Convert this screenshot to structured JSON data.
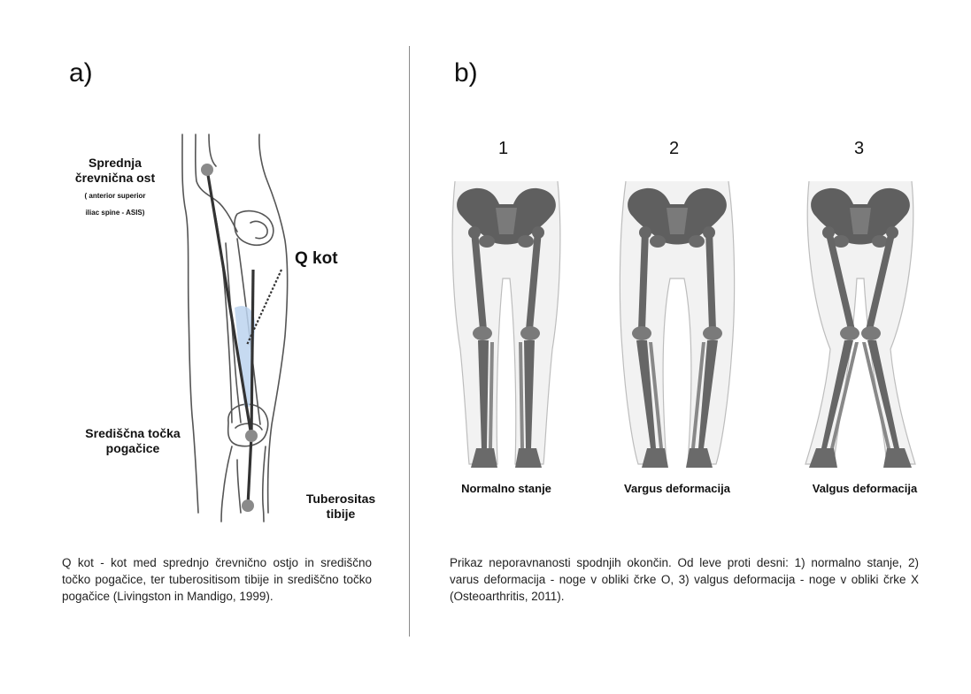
{
  "panel_a": {
    "letter": "a)",
    "labels": {
      "asis_title_1": "Sprednja",
      "asis_title_2": "črevnična ost",
      "asis_sub_1": "( anterior superior",
      "asis_sub_2": "iliac spine - ASIS)",
      "q_angle": "Q kot",
      "patella_1": "Središčna točka",
      "patella_2": "pogačice",
      "tuberosity_1": "Tuberositas",
      "tuberosity_2": "tibije"
    },
    "caption": "Q kot - kot med sprednjo črevnično ostjo in središčno točko pogačice, ter tuberositisom tibije in  središčno točko pogačice (Livingston in Mandigo, 1999)."
  },
  "panel_b": {
    "letter": "b)",
    "figures": [
      {
        "number": "1",
        "label": "Normalno stanje"
      },
      {
        "number": "2",
        "label": "Vargus deformacija"
      },
      {
        "number": "3",
        "label": "Valgus deformacija"
      }
    ],
    "caption": "Prikaz neporavnanosti spodnjih okončin. Od leve proti desni: 1) normalno stanje, 2) varus deformacija - noge v obliki črke O, 3) valgus deformacija - noge v obliki črke X (Osteoarthritis, 2011)."
  },
  "colors": {
    "bone": "#6e6e6e",
    "bone_dark": "#555555",
    "outline": "#9a9a9a",
    "q_shade": "#bcd3ee",
    "point": "#8a8a8a",
    "divider": "#8a8a8a"
  }
}
